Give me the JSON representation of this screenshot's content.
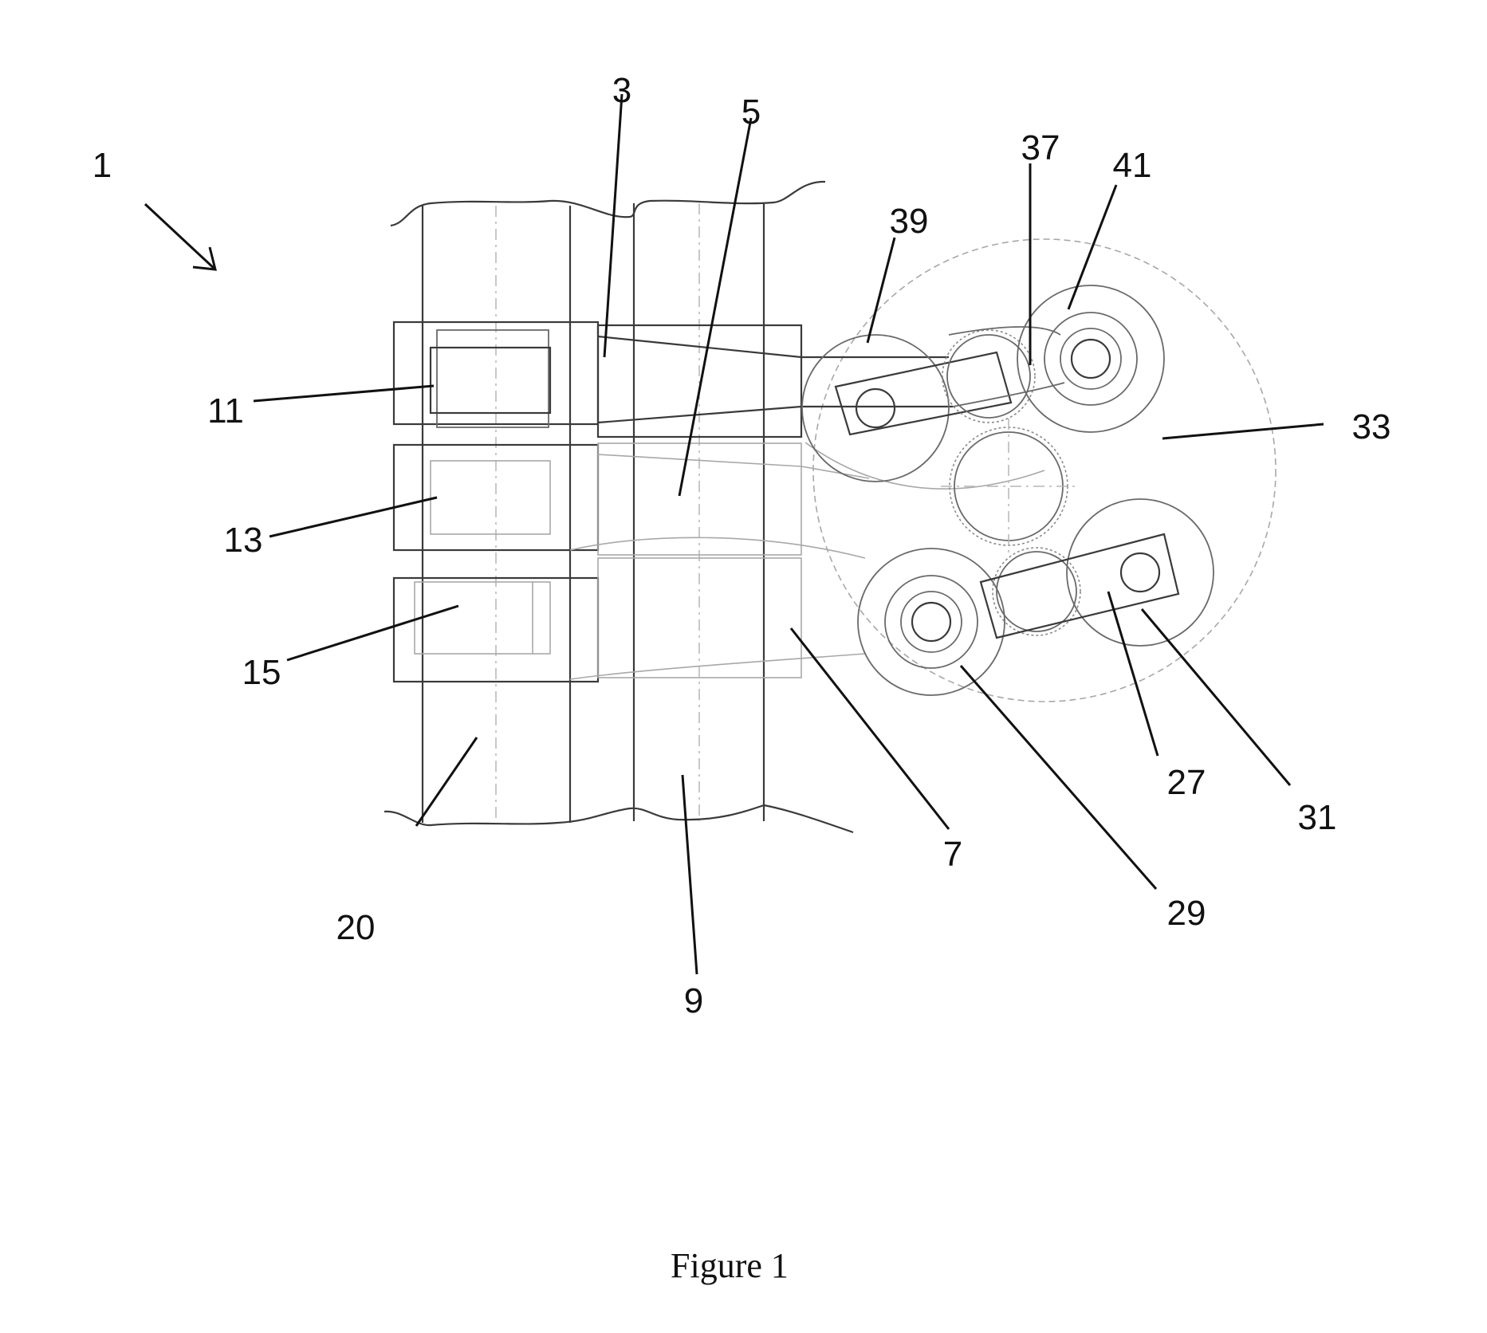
{
  "figure": {
    "caption": "Figure 1",
    "reference_numerals": {
      "n1": "1",
      "n3": "3",
      "n5": "5",
      "n7": "7",
      "n9": "9",
      "n11": "11",
      "n13": "13",
      "n15": "15",
      "n20": "20",
      "n27": "27",
      "n29": "29",
      "n31": "31",
      "n33": "33",
      "n37": "37",
      "n39": "39",
      "n41": "41"
    }
  }
}
